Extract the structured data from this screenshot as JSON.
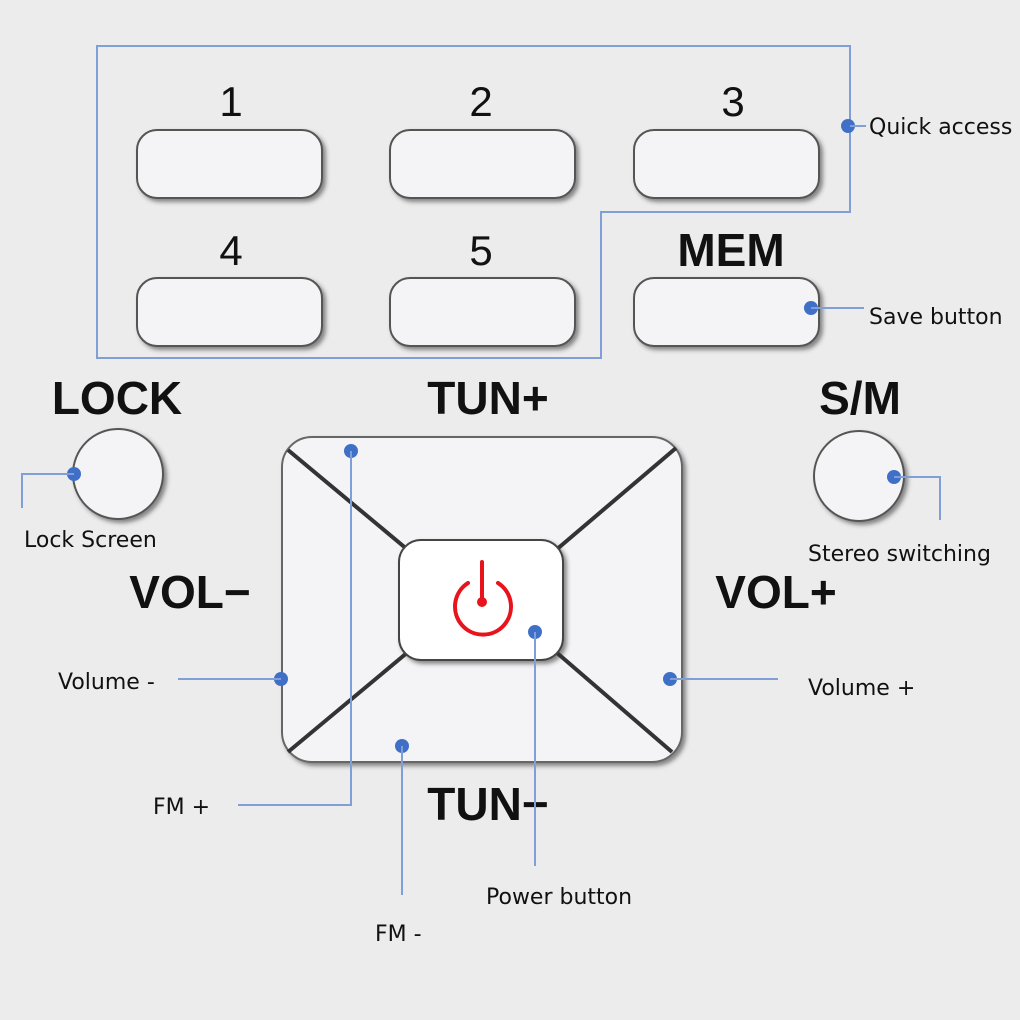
{
  "colors": {
    "background": "#ececec",
    "leader": "#7f9fd6",
    "dot": "#3f6fc6",
    "power_icon": "#e8141c"
  },
  "buttons": {
    "preset_1": "1",
    "preset_2": "2",
    "preset_3": "3",
    "preset_4": "4",
    "preset_5": "5",
    "mem": "MEM",
    "lock": "LOCK",
    "sm": "S/M",
    "tun_plus": "TUN+",
    "tun_minus": "TUN−",
    "vol_minus": "VOL−",
    "vol_plus": "VOL+"
  },
  "annotations": {
    "quick_access": "Quick access",
    "save_button": "Save button",
    "lock_screen": "Lock Screen",
    "stereo_switching": "Stereo switching",
    "volume_minus": "Volume -",
    "volume_plus": "Volume +",
    "fm_plus": "FM +",
    "fm_minus": "FM -",
    "power_button": "Power button"
  },
  "icons": {
    "power": "power-icon"
  }
}
